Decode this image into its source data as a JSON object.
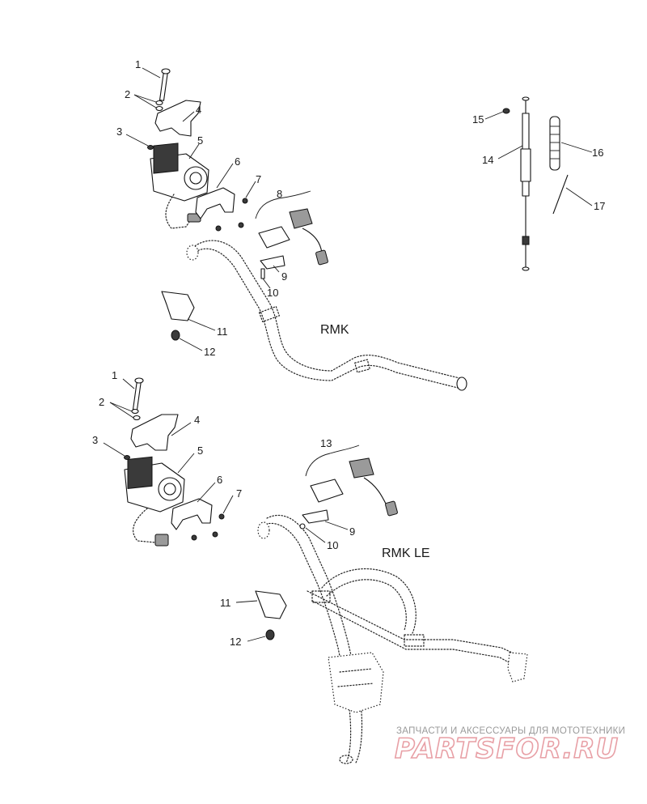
{
  "sections": {
    "rmk": "RMK",
    "rmk_le": "RMK LE"
  },
  "callouts_rmk": [
    "1",
    "2",
    "3",
    "4",
    "5",
    "6",
    "7",
    "8",
    "9",
    "10",
    "11",
    "12"
  ],
  "callouts_rmk_le": [
    "1",
    "2",
    "3",
    "4",
    "5",
    "6",
    "7",
    "9",
    "10",
    "11",
    "12",
    "13"
  ],
  "callouts_cable": [
    "14",
    "15",
    "16",
    "17"
  ],
  "watermark": {
    "tagline": "ЗАПЧАСТИ И АКСЕССУАРЫ ДЛЯ МОТОТЕХНИКИ",
    "logo": "PARTSFOR.RU",
    "color": "#e8a0a6"
  }
}
